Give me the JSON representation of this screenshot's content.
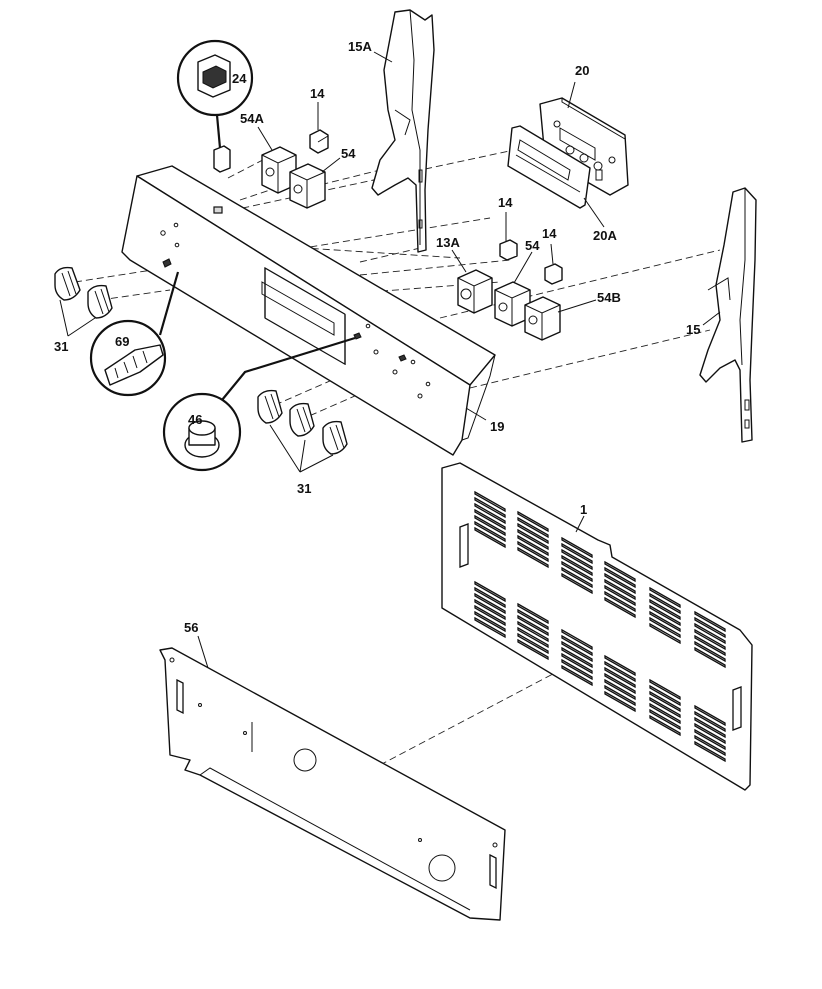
{
  "callouts": {
    "c24": "24",
    "c14a": "14",
    "c54a": "54A",
    "c54a2": "54",
    "c15a": "15A",
    "c20": "20",
    "c20a": "20A",
    "c14b": "14",
    "c13a": "13A",
    "c54b2": "54",
    "c14c": "14",
    "c54b": "54B",
    "c15": "15",
    "c19": "19",
    "c31a": "31",
    "c69": "69",
    "c46": "46",
    "c31b": "31",
    "c1": "1",
    "c56": "56"
  }
}
